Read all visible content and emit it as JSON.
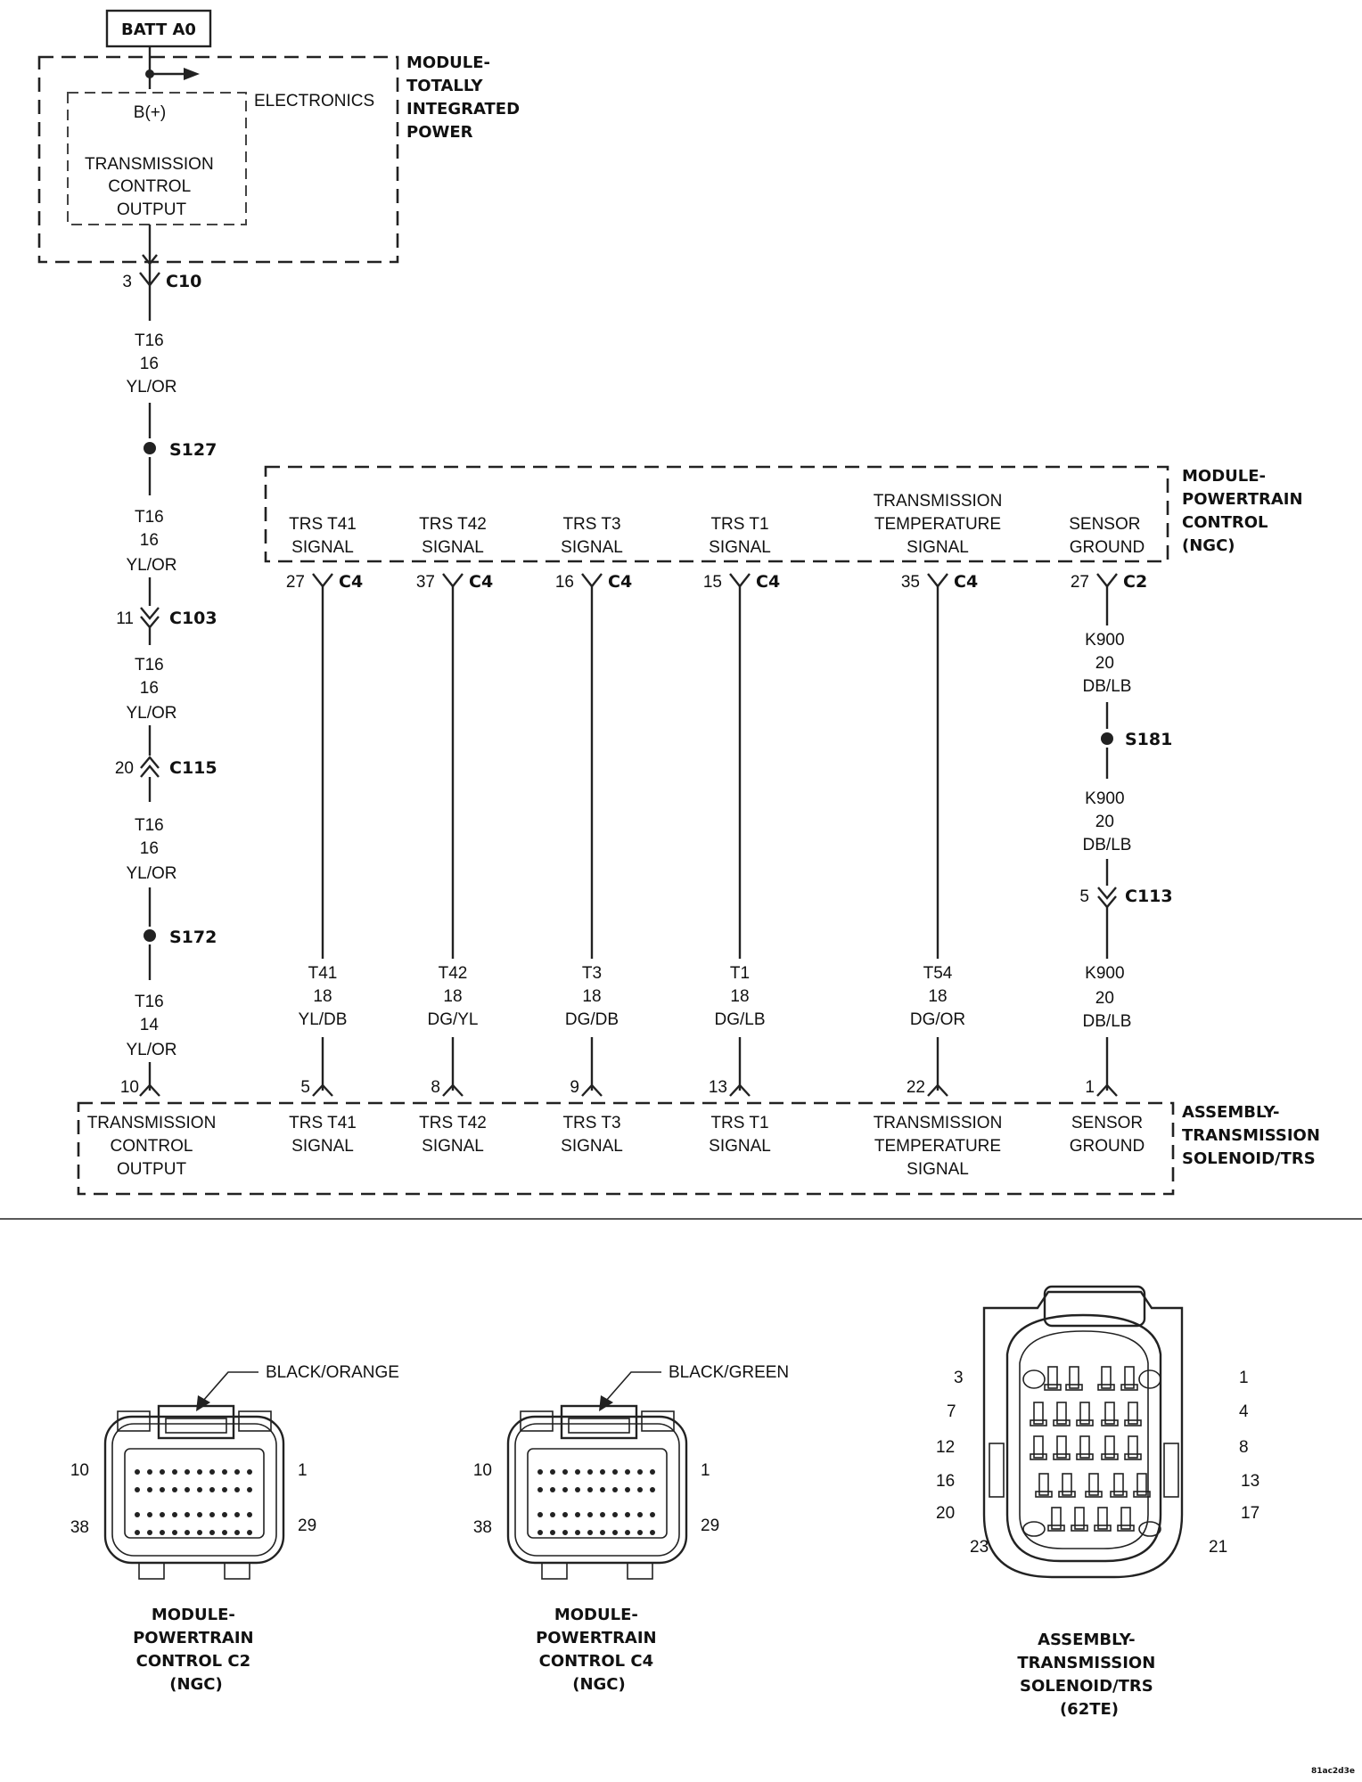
{
  "battery": {
    "label": "BATT A0"
  },
  "tipm": {
    "title_lines": [
      "MODULE-",
      "TOTALLY",
      "INTEGRATED",
      "POWER"
    ],
    "electronics": "ELECTRONICS",
    "bplus": "B(+)",
    "output_lines": [
      "TRANSMISSION",
      "CONTROL",
      "OUTPUT"
    ]
  },
  "left_chain": {
    "c10": {
      "pin": "3",
      "name": "C10"
    },
    "seg1": [
      "T16",
      "16",
      "YL/OR"
    ],
    "s127": "S127",
    "seg2": [
      "T16",
      "16",
      "YL/OR"
    ],
    "c103": {
      "pin": "11",
      "name": "C103"
    },
    "seg3": [
      "T16",
      "16",
      "YL/OR"
    ],
    "c115": {
      "pin": "20",
      "name": "C115"
    },
    "seg4": [
      "T16",
      "16",
      "YL/OR"
    ],
    "s172": "S172",
    "seg5": [
      "T16",
      "14",
      "YL/OR"
    ],
    "bottom_pin": "10"
  },
  "pcm": {
    "title_lines": [
      "MODULE-",
      "POWERTRAIN",
      "CONTROL",
      "(NGC)"
    ],
    "signals": [
      {
        "lines": [
          "TRS T41",
          "SIGNAL"
        ],
        "pin": "27",
        "conn": "C4",
        "wire": [
          "T41",
          "18",
          "YL/DB"
        ],
        "bottom_pin": "5"
      },
      {
        "lines": [
          "TRS T42",
          "SIGNAL"
        ],
        "pin": "37",
        "conn": "C4",
        "wire": [
          "T42",
          "18",
          "DG/YL"
        ],
        "bottom_pin": "8"
      },
      {
        "lines": [
          "TRS T3",
          "SIGNAL"
        ],
        "pin": "16",
        "conn": "C4",
        "wire": [
          "T3",
          "18",
          "DG/DB"
        ],
        "bottom_pin": "9"
      },
      {
        "lines": [
          "TRS T1",
          "SIGNAL"
        ],
        "pin": "15",
        "conn": "C4",
        "wire": [
          "T1",
          "18",
          "DG/LB"
        ],
        "bottom_pin": "13"
      },
      {
        "lines": [
          "TRANSMISSION",
          "TEMPERATURE",
          "SIGNAL"
        ],
        "pin": "35",
        "conn": "C4",
        "wire": [
          "T54",
          "18",
          "DG/OR"
        ],
        "bottom_pin": "22"
      }
    ],
    "ground": {
      "lines": [
        "SENSOR",
        "GROUND"
      ],
      "pin": "27",
      "conn": "C2",
      "seg1": [
        "K900",
        "20",
        "DB/LB"
      ],
      "s181": "S181",
      "seg2": [
        "K900",
        "20",
        "DB/LB"
      ],
      "c113": {
        "pin": "5",
        "name": "C113"
      },
      "seg3": [
        "K900",
        "20",
        "DB/LB"
      ],
      "bottom_pin": "1"
    }
  },
  "trs": {
    "title_lines": [
      "ASSEMBLY-",
      "TRANSMISSION",
      "SOLENOID/TRS"
    ],
    "labels": [
      [
        "TRANSMISSION",
        "CONTROL",
        "OUTPUT"
      ],
      [
        "TRS T41",
        "SIGNAL"
      ],
      [
        "TRS T42",
        "SIGNAL"
      ],
      [
        "TRS T3",
        "SIGNAL"
      ],
      [
        "TRS T1",
        "SIGNAL"
      ],
      [
        "TRANSMISSION",
        "TEMPERATURE",
        "SIGNAL"
      ],
      [
        "SENSOR",
        "GROUND"
      ]
    ]
  },
  "connectors": [
    {
      "color": "BLACK/ORANGE",
      "pins": [
        "10",
        "1",
        "38",
        "29"
      ],
      "caption": [
        "MODULE-",
        "POWERTRAIN",
        "CONTROL C2",
        "(NGC)"
      ]
    },
    {
      "color": "BLACK/GREEN",
      "pins": [
        "10",
        "1",
        "38",
        "29"
      ],
      "caption": [
        "MODULE-",
        "POWERTRAIN",
        "CONTROL C4",
        "(NGC)"
      ]
    },
    {
      "pins_left": [
        "3",
        "7",
        "12",
        "16",
        "20",
        "23"
      ],
      "pins_right": [
        "1",
        "4",
        "8",
        "13",
        "17",
        "21"
      ],
      "caption": [
        "ASSEMBLY-",
        "TRANSMISSION",
        "SOLENOID/TRS",
        "(62TE)"
      ]
    }
  ],
  "figure_id": "81ac2d3e"
}
